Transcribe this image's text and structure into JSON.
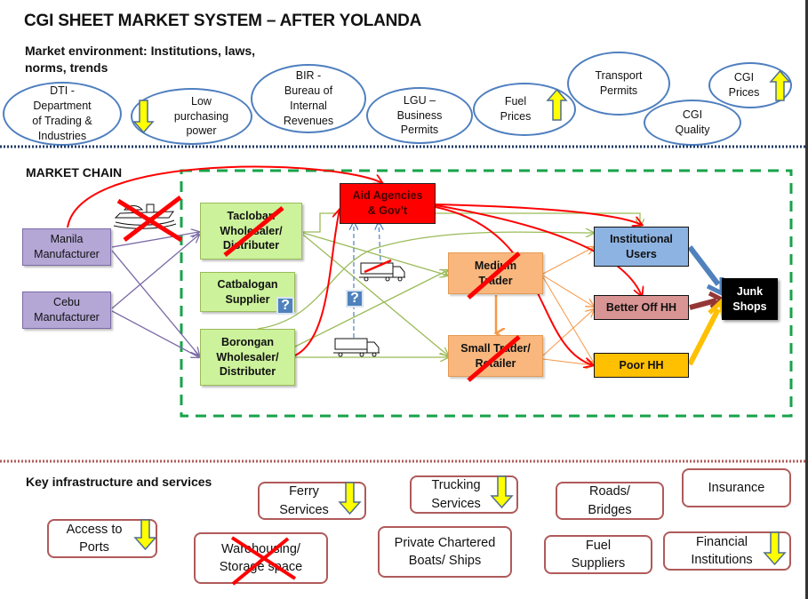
{
  "title": "CGI SHEET MARKET SYSTEM – AFTER YOLANDA",
  "market_environment": {
    "label_line1": "Market environment: Institutions, laws,",
    "label_line2": "norms, trends",
    "items": [
      {
        "id": "dti",
        "lines": [
          "DTI -",
          "Department",
          "of Trading &",
          "Industries"
        ],
        "trend": "none"
      },
      {
        "id": "purchasing",
        "lines": [
          "Low",
          "purchasing",
          "power"
        ],
        "trend": "down"
      },
      {
        "id": "bir",
        "lines": [
          "BIR -",
          "Bureau of",
          "Internal",
          "Revenues"
        ],
        "trend": "none"
      },
      {
        "id": "lgu",
        "lines": [
          "LGU –",
          "Business",
          "Permits"
        ],
        "trend": "none"
      },
      {
        "id": "fuel",
        "lines": [
          "Fuel",
          "Prices"
        ],
        "trend": "up"
      },
      {
        "id": "transport",
        "lines": [
          "Transport",
          "Permits"
        ],
        "trend": "none"
      },
      {
        "id": "cgi-quality",
        "lines": [
          "CGI",
          "Quality"
        ],
        "trend": "none"
      },
      {
        "id": "cgi-prices",
        "lines": [
          "CGI",
          "Prices"
        ],
        "trend": "up"
      }
    ]
  },
  "market_chain": {
    "label": "MARKET CHAIN",
    "nodes": {
      "manila": {
        "lines": [
          "Manila",
          "Manufacturer"
        ]
      },
      "cebu": {
        "lines": [
          "Cebu",
          "Manufacturer"
        ]
      },
      "tacloban": {
        "lines": [
          "Tacloban",
          "Wholesaler/",
          "Distributer"
        ],
        "status": "disrupted"
      },
      "catbalogan": {
        "lines": [
          "Catbalogan",
          "Supplier"
        ],
        "status": "uncertain"
      },
      "borongan": {
        "lines": [
          "Borongan",
          "Wholesaler/",
          "Distributer"
        ]
      },
      "aid": {
        "lines": [
          "Aid Agencies",
          "& Gov’t"
        ]
      },
      "medium": {
        "lines": [
          "Medium",
          "Trader"
        ],
        "status": "disrupted"
      },
      "small": {
        "lines": [
          "Small Trader/",
          "Retailer"
        ],
        "status": "disrupted"
      },
      "institutional": {
        "lines": [
          "Institutional",
          "Users"
        ]
      },
      "betteroff": {
        "lines": [
          "Better Off HH"
        ]
      },
      "poor": {
        "lines": [
          "Poor HH"
        ]
      },
      "junk": {
        "lines": [
          "Junk",
          "Shops"
        ]
      }
    },
    "question_mark": "?",
    "icons": [
      "ship-icon",
      "truck-icon",
      "truck-icon"
    ]
  },
  "infrastructure": {
    "label": "Key infrastructure and services",
    "items": [
      {
        "id": "ferry",
        "lines": [
          "Ferry",
          "Services"
        ],
        "trend": "down"
      },
      {
        "id": "trucking",
        "lines": [
          "Trucking",
          "Services"
        ],
        "trend": "down"
      },
      {
        "id": "roads",
        "lines": [
          "Roads/",
          "Bridges"
        ],
        "trend": "none"
      },
      {
        "id": "insurance",
        "lines": [
          "Insurance"
        ],
        "trend": "none"
      },
      {
        "id": "ports",
        "lines": [
          "Access to",
          "Ports"
        ],
        "trend": "down"
      },
      {
        "id": "warehousing",
        "lines": [
          "Warehousing/",
          "Storage space"
        ],
        "trend": "none",
        "status": "unavailable"
      },
      {
        "id": "boats",
        "lines": [
          "Private Chartered",
          "Boats/ Ships"
        ],
        "trend": "none"
      },
      {
        "id": "fuelsup",
        "lines": [
          "Fuel",
          "Suppliers"
        ],
        "trend": "none"
      },
      {
        "id": "financial",
        "lines": [
          "Financial",
          "Institutions"
        ],
        "trend": "down"
      }
    ]
  },
  "colors": {
    "ellipse_border": "#4f7fbf",
    "boundary_green": "#17a34a",
    "aid_red": "#ff0000",
    "cross_red": "#ff0000",
    "trend_arrow": "#ffff00",
    "infra_border": "#b05a5a"
  }
}
